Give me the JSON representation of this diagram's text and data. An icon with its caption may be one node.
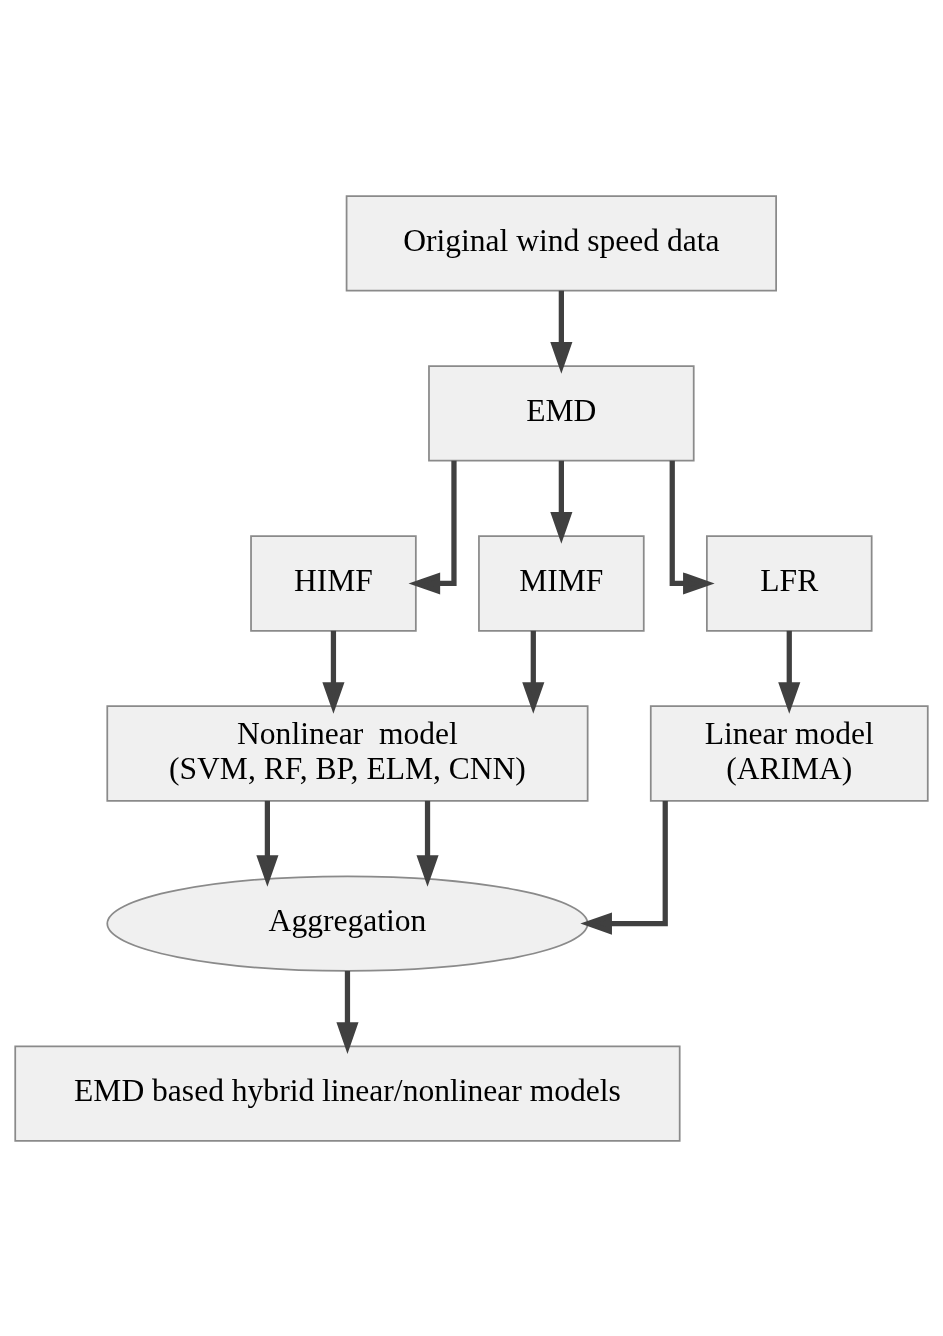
{
  "diagram": {
    "nodes": [
      {
        "text": [
          "Original wind speed data"
        ]
      },
      {
        "text": [
          "EMD"
        ]
      },
      {
        "text": [
          "HIMF"
        ]
      },
      {
        "text": [
          "MIMF"
        ]
      },
      {
        "text": [
          "LFR"
        ]
      },
      {
        "text": [
          "Nonlinear  model",
          "(SVM, RF, BP, ELM, CNN)"
        ]
      },
      {
        "text": [
          "Linear model",
          "(ARIMA)"
        ]
      },
      {
        "text": [
          "Aggregation"
        ]
      },
      {
        "text": [
          "EMD based hybrid linear/nonlinear models"
        ]
      }
    ],
    "edges": [
      {
        "from": 0,
        "to": 1,
        "arrow": "to"
      },
      {
        "from": 1,
        "to": 2,
        "arrow": "to"
      },
      {
        "from": 1,
        "to": 3,
        "arrow": "to"
      },
      {
        "from": 1,
        "to": 4,
        "arrow": "to"
      },
      {
        "from": 2,
        "to": 5,
        "arrow": "to"
      },
      {
        "from": 3,
        "to": 5,
        "arrow": "to"
      },
      {
        "from": 4,
        "to": 6,
        "arrow": "to"
      },
      {
        "from": 5,
        "to": 7,
        "arrow": "to"
      },
      {
        "from": 5,
        "to": 7,
        "arrow": "to"
      },
      {
        "from": 6,
        "to": 7,
        "arrow": "to"
      },
      {
        "from": 7,
        "to": 8,
        "arrow": "to"
      }
    ]
  }
}
